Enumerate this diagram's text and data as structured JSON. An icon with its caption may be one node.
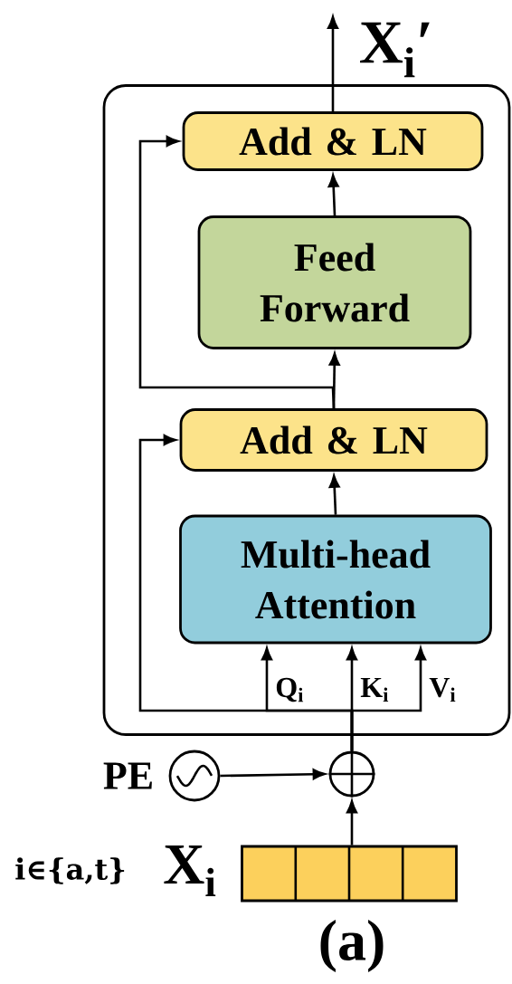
{
  "diagram": {
    "caption": "(a)",
    "nodes": [
      {
        "text": [],
        "shape": "box"
      },
      {
        "text": [
          "Add & LN"
        ],
        "in": 0
      },
      {
        "text": [
          "Feed Forward"
        ],
        "in": 0
      },
      {
        "text": [
          "Add & LN"
        ],
        "in": 0
      },
      {
        "text": [
          "Multi-head Attention"
        ],
        "in": 0
      },
      {
        "text": [],
        "shape": "circle"
      },
      {
        "text": [],
        "shape": "circle",
        "beside": [
          "PE"
        ]
      },
      {
        "text": [],
        "shape": "box",
        "beside": [
          "i∈{a,t}",
          "X$_{i}$"
        ]
      }
    ],
    "edges": [
      {
        "from": 7,
        "to": 5,
        "arrow": "to"
      },
      {
        "from": 6,
        "to": 5,
        "arrow": "to"
      },
      {
        "from": 5,
        "to": 4,
        "arrow": "to",
        "label": "Q$_{i}$"
      },
      {
        "from": 5,
        "to": 4,
        "arrow": "to",
        "label": "K$_{i}$"
      },
      {
        "from": 5,
        "to": 4,
        "arrow": "to",
        "label": "V$_{i}$"
      },
      {
        "from": 5,
        "to": 3,
        "arrow": "to"
      },
      {
        "from": 4,
        "to": 3,
        "arrow": "to"
      },
      {
        "from": 3,
        "to": 2,
        "arrow": "to"
      },
      {
        "from": 3,
        "to": 1,
        "arrow": "to"
      },
      {
        "from": 2,
        "to": 1,
        "arrow": "to"
      },
      {
        "from": 1,
        "to": null,
        "arrow": "to"
      }
    ],
    "labels": [
      "X$_{i}$′"
    ]
  }
}
